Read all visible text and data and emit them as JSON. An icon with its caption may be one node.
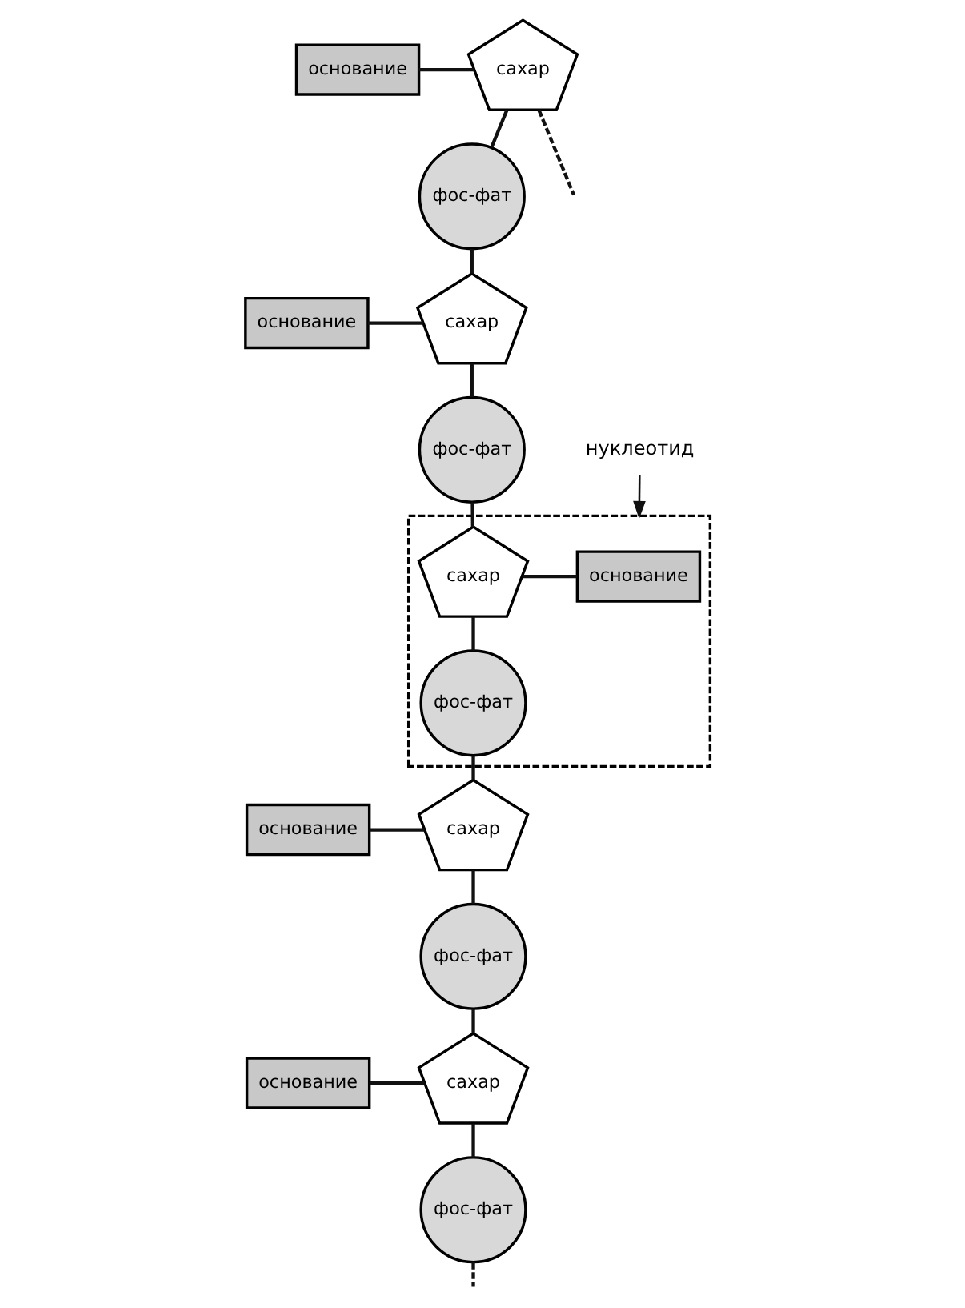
{
  "diagram": {
    "nodes": [
      {
        "text": [
          "основание"
        ]
      },
      {
        "text": [
          "сахар"
        ]
      },
      {
        "text": [
          "фос-фат"
        ]
      },
      {
        "text": [
          "основание"
        ]
      },
      {
        "text": [
          "сахар"
        ]
      },
      {
        "text": [
          "фос-фат"
        ]
      },
      {
        "text": [],
        "shape": "box"
      },
      {
        "text": [
          "основание"
        ],
        "in": 6
      },
      {
        "text": [
          "сахар"
        ],
        "in": 6
      },
      {
        "text": [
          "фос-фат"
        ],
        "in": 6
      },
      {
        "text": [
          "нуклеотид"
        ]
      },
      {
        "text": [
          "основание"
        ]
      },
      {
        "text": [
          "сахар"
        ]
      },
      {
        "text": [
          "фос-фат"
        ]
      },
      {
        "text": [
          "основание"
        ]
      },
      {
        "text": [
          "сахар"
        ]
      },
      {
        "text": [
          "фос-фат"
        ]
      }
    ],
    "edges": [
      {
        "from": 1,
        "to": null,
        "arrow": "none",
        "style": "dashed"
      },
      {
        "from": 0,
        "to": 1,
        "arrow": "none"
      },
      {
        "from": 1,
        "to": 2,
        "arrow": "none"
      },
      {
        "from": 2,
        "to": 4,
        "arrow": "none"
      },
      {
        "from": 3,
        "to": 4,
        "arrow": "none"
      },
      {
        "from": 4,
        "to": 5,
        "arrow": "none"
      },
      {
        "from": 5,
        "to": 8,
        "arrow": "none"
      },
      {
        "from": 7,
        "to": 8,
        "arrow": "none"
      },
      {
        "from": 8,
        "to": 9,
        "arrow": "none"
      },
      {
        "from": 10,
        "to": 6,
        "arrow": "to"
      },
      {
        "from": 9,
        "to": 12,
        "arrow": "none"
      },
      {
        "from": 11,
        "to": 12,
        "arrow": "none"
      },
      {
        "from": 12,
        "to": 13,
        "arrow": "none"
      },
      {
        "from": 13,
        "to": 15,
        "arrow": "none"
      },
      {
        "from": 14,
        "to": 15,
        "arrow": "none"
      },
      {
        "from": 15,
        "to": 16,
        "arrow": "none"
      },
      {
        "from": 16,
        "to": null,
        "arrow": "none",
        "style": "dashed"
      }
    ]
  }
}
